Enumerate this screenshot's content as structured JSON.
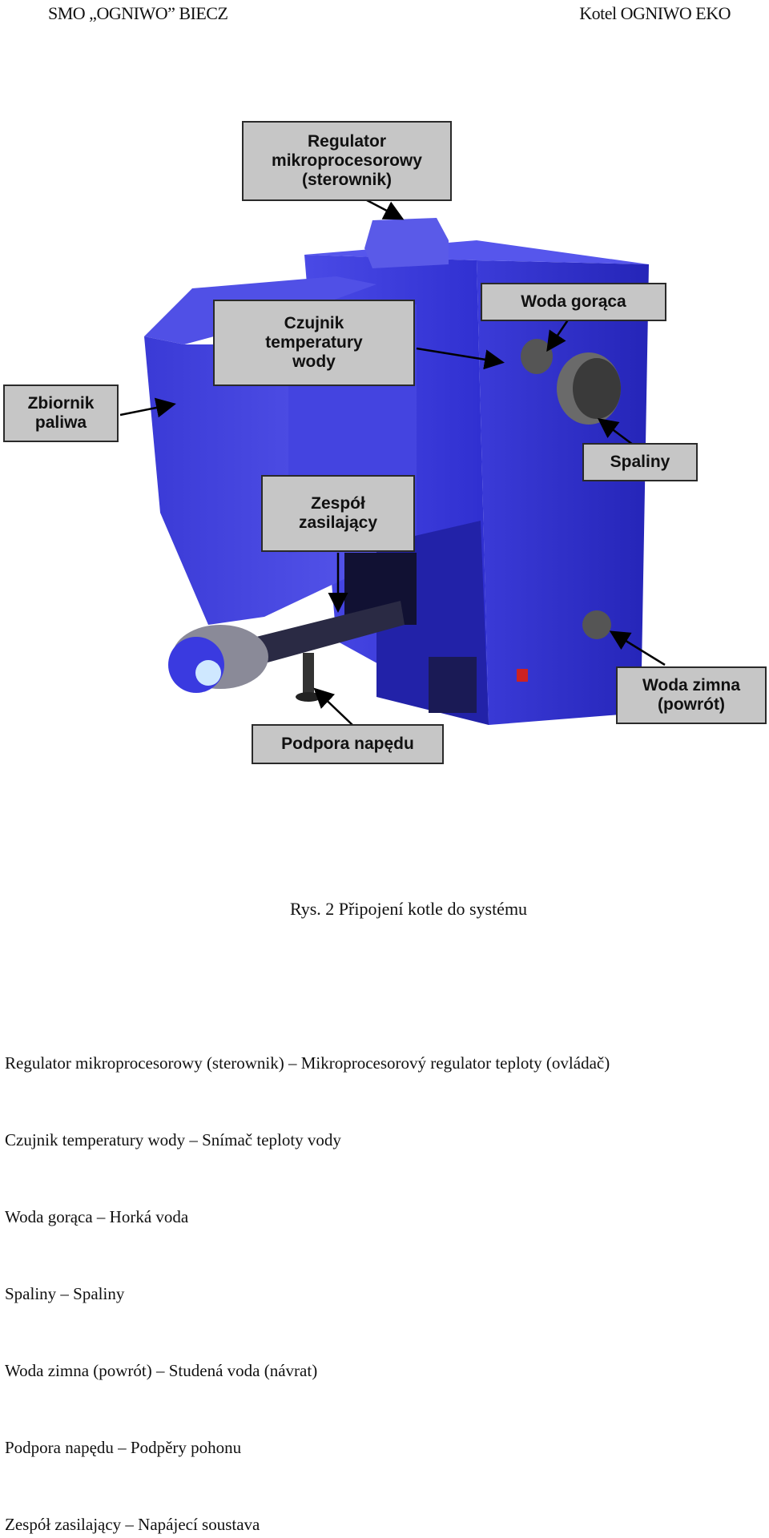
{
  "header": {
    "left": "SMO „OGNIWO” BIECZ",
    "right": "Kotel OGNIWO EKO"
  },
  "figure": {
    "labels": {
      "regulator": "Regulator mikroprocesorowy (sterownik)",
      "czujnik": "Czujnik temperatury wody",
      "woda_goraca": "Woda gorąca",
      "zbiornik": "Zbiornik paliwa",
      "spaliny": "Spaliny",
      "zespol": "Zespół zasilający",
      "woda_zimna": "Woda zimna (powrót)",
      "podpora": "Podpora napędu"
    },
    "colors": {
      "boiler_blue": "#3333dd",
      "label_bg": "#c6c6c6"
    }
  },
  "caption": "Rys. 2 Připojení kotle do systému",
  "translations": [
    "Regulator mikroprocesorowy (sterownik) – Mikroprocesorový regulator teploty (ovládač)",
    "Czujnik temperatury wody – Snímač teploty vody",
    "Woda gorąca – Horká voda",
    "Spaliny – Spaliny",
    "Woda zimna (powrót) – Studená voda (návrat)",
    "Podpora napędu – Podpěry pohonu",
    "Zespół zasilający – Napájecí soustava"
  ]
}
